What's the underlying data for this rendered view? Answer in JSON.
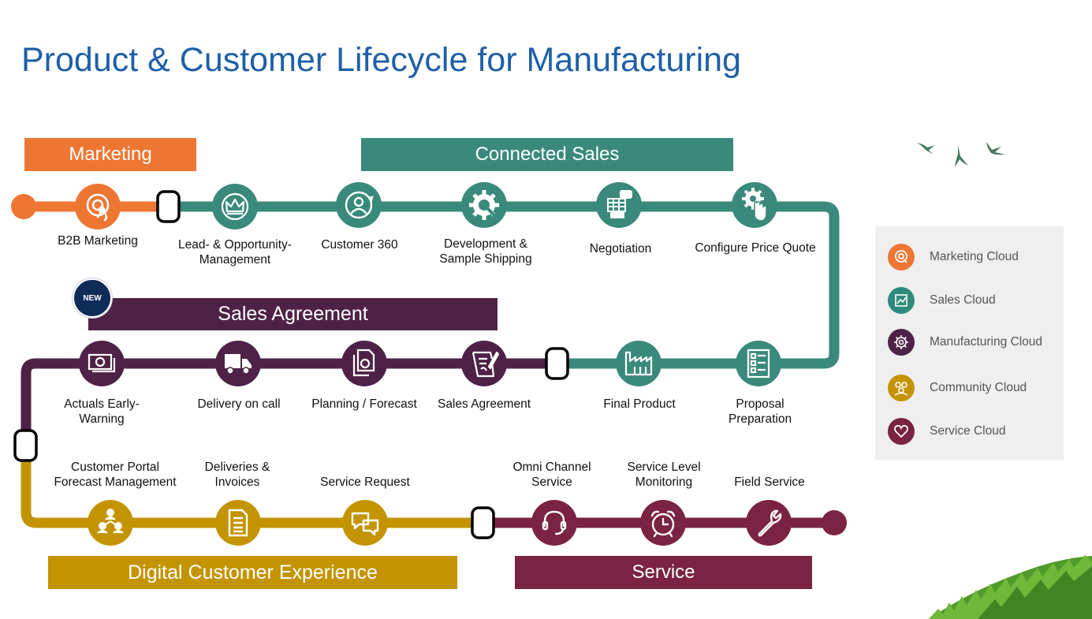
{
  "title": "Product & Customer Lifecycle for Manufacturing",
  "colors": {
    "marketing": "#ee7633",
    "sales": "#3a8a7b",
    "manufacturing": "#4e2247",
    "community": "#c39400",
    "service": "#7a2343",
    "title": "#1f5fa8"
  },
  "banners": {
    "marketing": "Marketing",
    "connected_sales": "Connected Sales",
    "sales_agreement": "Sales Agreement",
    "digital_customer_experience": "Digital Customer Experience",
    "service": "Service"
  },
  "new_badge": "NEW",
  "steps": {
    "b2b_marketing": {
      "label": "B2B Marketing",
      "icon": "target-person-icon"
    },
    "lead_opportunity": {
      "label": "Lead- & Opportunity-\nManagement",
      "icon": "crown-icon"
    },
    "customer_360": {
      "label": "Customer 360",
      "icon": "person-cycle-icon"
    },
    "development_shipping": {
      "label": "Development &\nSample Shipping",
      "icon": "gear-wrench-icon"
    },
    "negotiation": {
      "label": "Negotiation",
      "icon": "chat-table-icon"
    },
    "cpq": {
      "label": "Configure Price Quote",
      "icon": "gear-hand-icon"
    },
    "proposal_preparation": {
      "label": "Proposal\nPreparation",
      "icon": "checklist-icon"
    },
    "final_product": {
      "label": "Final Product",
      "icon": "factory-icon"
    },
    "sales_agreement": {
      "label": "Sales Agreement",
      "icon": "signed-document-icon"
    },
    "planning_forecast": {
      "label": "Planning / Forecast",
      "icon": "documents-icon"
    },
    "delivery_on_call": {
      "label": "Delivery on call",
      "icon": "truck-icon"
    },
    "actuals_early_warning": {
      "label": "Actuals Early-\nWarning",
      "icon": "money-icon"
    },
    "customer_portal": {
      "label": "Customer Portal\nForecast Management",
      "icon": "people-network-icon"
    },
    "deliveries_invoices": {
      "label": "Deliveries &\nInvoices",
      "icon": "document-icon"
    },
    "service_request": {
      "label": "Service Request",
      "icon": "speech-bubbles-icon"
    },
    "omni_channel": {
      "label": "Omni Channel\nService",
      "icon": "headset-icon"
    },
    "service_level": {
      "label": "Service Level\nMonitoring",
      "icon": "alarm-clock-icon"
    },
    "field_service": {
      "label": "Field Service",
      "icon": "wrench-icon"
    }
  },
  "legend": [
    {
      "label": "Marketing Cloud",
      "color": "#ee7633",
      "icon": "target-person-icon"
    },
    {
      "label": "Sales Cloud",
      "color": "#2f8a7c",
      "icon": "chart-icon"
    },
    {
      "label": "Manufacturing Cloud",
      "color": "#4e2247",
      "icon": "gear-icon"
    },
    {
      "label": "Community Cloud",
      "color": "#c39400",
      "icon": "people-icon"
    },
    {
      "label": "Service Cloud",
      "color": "#7a2343",
      "icon": "heart-icon"
    }
  ]
}
